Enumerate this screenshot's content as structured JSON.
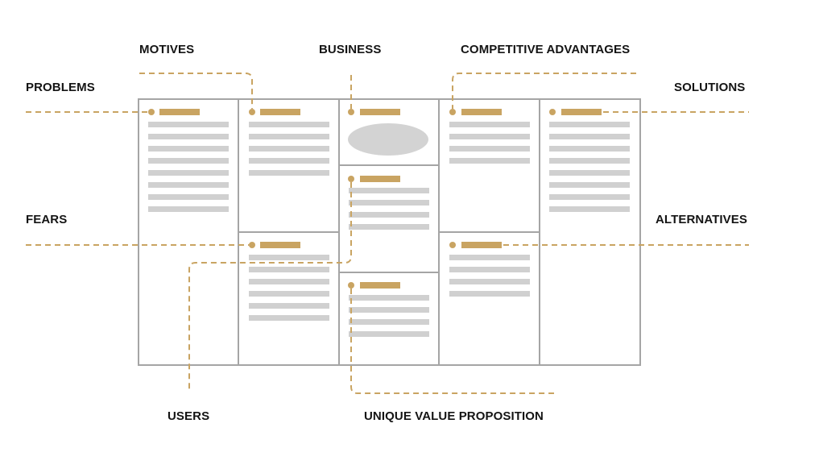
{
  "labels": {
    "motives": "MOTIVES",
    "business": "BUSINESS",
    "competitive_advantages": "COMPETITIVE ADVANTAGES",
    "problems": "PROBLEMS",
    "solutions": "SOLUTIONS",
    "fears": "FEARS",
    "alternatives": "ALTERNATIVES",
    "users": "USERS",
    "unique_value_proposition": "UNIQUE VALUE PROPOSITION"
  },
  "colors": {
    "accent_gold": "#c9a462",
    "placeholder_gray": "#d0d0d0",
    "grid_border": "#a5a5a5",
    "label_text": "#141414",
    "background": "#ffffff"
  },
  "canvas_grid": {
    "columns": 5,
    "cells": [
      {
        "id": "problems",
        "column": 1,
        "placeholder_lines": 8
      },
      {
        "id": "motives",
        "column": 2,
        "row": "top",
        "placeholder_lines": 5
      },
      {
        "id": "fears",
        "column": 2,
        "row": "bottom",
        "placeholder_lines": 6
      },
      {
        "id": "business",
        "column": 3,
        "row": "top",
        "placeholder_shape": "ellipse"
      },
      {
        "id": "users",
        "column": 3,
        "row": "middle",
        "placeholder_lines": 4
      },
      {
        "id": "unique_value_proposition",
        "column": 3,
        "row": "bottom",
        "placeholder_lines": 4
      },
      {
        "id": "competitive_advantages",
        "column": 4,
        "row": "top",
        "placeholder_lines": 4
      },
      {
        "id": "alternatives",
        "column": 4,
        "row": "bottom",
        "placeholder_lines": 4
      },
      {
        "id": "solutions",
        "column": 5,
        "placeholder_lines": 8
      }
    ]
  }
}
